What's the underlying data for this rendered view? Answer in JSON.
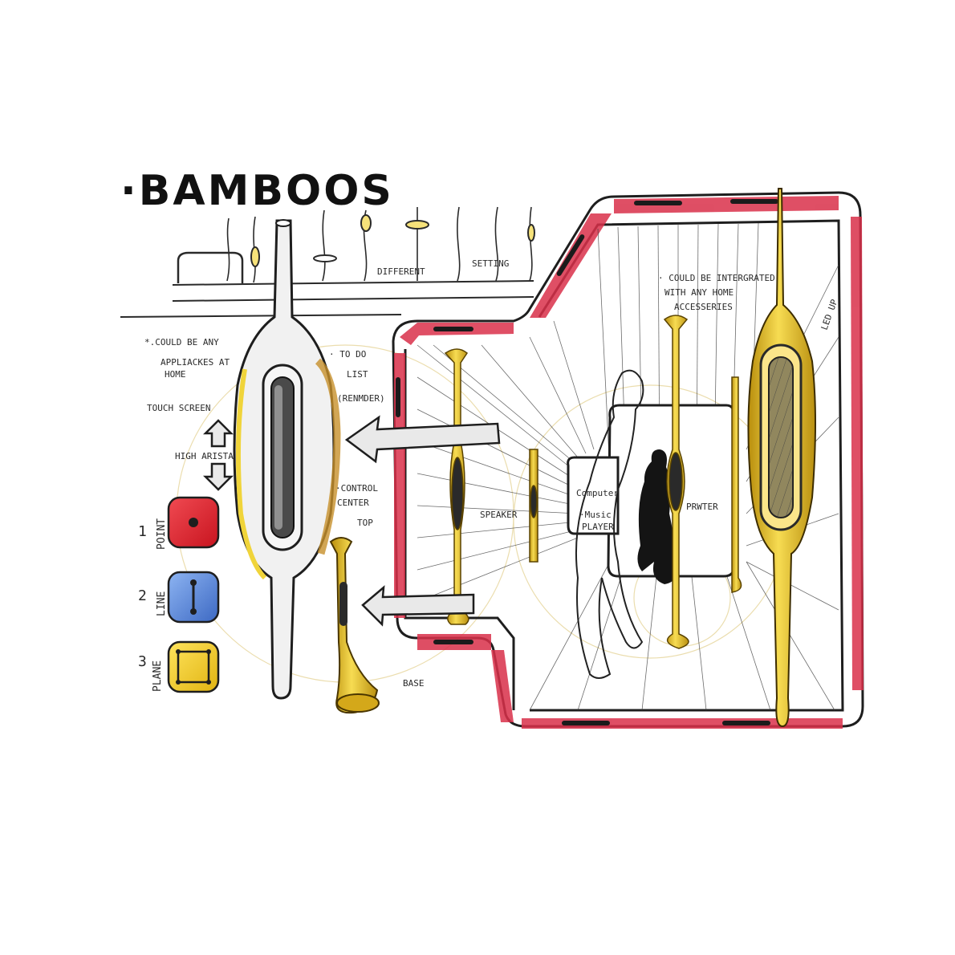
{
  "title": "·BAMBOOS",
  "annotations": {
    "different": "DIFFERENT",
    "setting": "SETTING",
    "could_be_any": "*.COULD BE ANY",
    "appliances": "APPLIACKES AT",
    "home": "HOME",
    "touch_screen": "TOUCH SCREEN",
    "high_arista": "HIGH ARISTA",
    "to_do": "· TO DO",
    "list": "LIST",
    "reminder": "(RENMDER)",
    "control": "·CONTROL",
    "center": "CENTER",
    "top": "TOP",
    "base": "BASE",
    "speaker": "SPEAKER",
    "computer": "Computer",
    "music": "·Music",
    "player": "PLAYER",
    "printer": "PRWTER",
    "integrated_1": "· COULD BE INTERGRATED",
    "integrated_2": "WITH ANY HOME",
    "integrated_3": "ACCESSERIES",
    "led_up": "LED UP"
  },
  "legend": [
    {
      "number": "1",
      "label": "POINT",
      "color": "#e3232f"
    },
    {
      "number": "2",
      "label": "LINE",
      "color": "#4f7fd6"
    },
    {
      "number": "3",
      "label": "PLANE",
      "color": "#f2c81e"
    }
  ],
  "colors": {
    "red_accent": "#d9304a",
    "gold": "#d8b21c",
    "ink": "#2a2a2a"
  }
}
